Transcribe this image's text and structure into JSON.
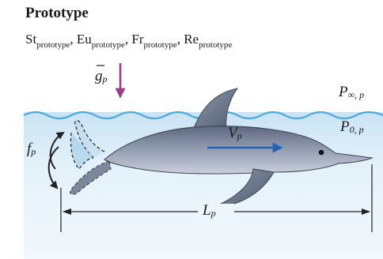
{
  "title": "Prototype",
  "dimensionless_groups": [
    {
      "symbol": "St",
      "sub": "prototype",
      "sep": ", "
    },
    {
      "symbol": "Eu",
      "sub": "prototype",
      "sep": ", "
    },
    {
      "symbol": "Fr",
      "sub": "prototype",
      "sep": ", "
    },
    {
      "symbol": "Re",
      "sub": "prototype",
      "sep": ""
    }
  ],
  "labels": {
    "gravity": {
      "main": "g",
      "sub": "p"
    },
    "p_inf": {
      "main": "P",
      "sub": "∞, p"
    },
    "p_zero": {
      "main": "P",
      "sub": "0, p"
    },
    "frequency": {
      "main": "f",
      "sub": "p"
    },
    "velocity": {
      "main": "V",
      "sub": "p"
    },
    "length": {
      "main": "L",
      "sub": "p"
    }
  },
  "colors": {
    "water_top": "#cfe6f4",
    "water": "#eaf4fb",
    "surface_line": "#4aa9df",
    "dolphin_body": "#8e98ab",
    "dolphin_dark": "#5f6a80",
    "gravity_arrow": "#9b3d8f",
    "velocity_arrow": "#1f63b5"
  }
}
